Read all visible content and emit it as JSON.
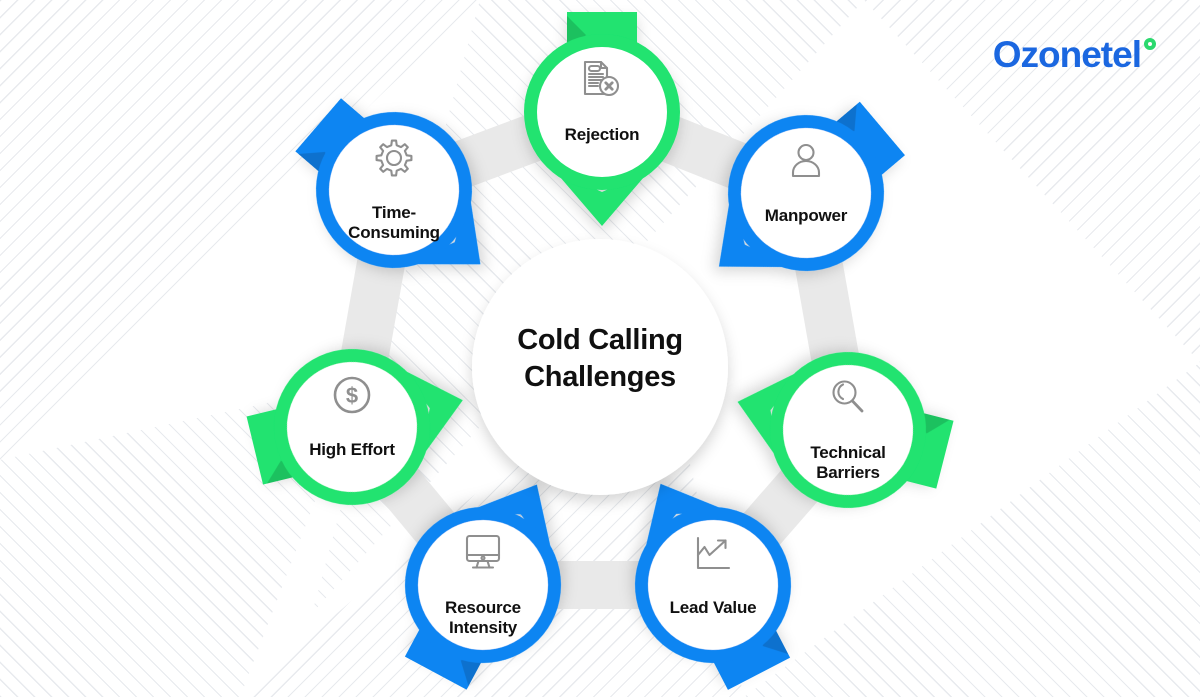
{
  "logo": {
    "name": "Ozonetel"
  },
  "center": {
    "title": "Cold Calling Challenges"
  },
  "nodes": [
    {
      "id": "rejection",
      "label": "Rejection",
      "color": "green",
      "icon": "rejected-document-icon"
    },
    {
      "id": "manpower",
      "label": "Manpower",
      "color": "blue",
      "icon": "person-icon"
    },
    {
      "id": "technical-barriers",
      "label": "Technical Barriers",
      "color": "green",
      "icon": "magnifier-icon"
    },
    {
      "id": "lead-value",
      "label": "Lead Value",
      "color": "blue",
      "icon": "trend-chart-icon"
    },
    {
      "id": "resource-intensity",
      "label": "Resource Intensity",
      "color": "blue",
      "icon": "monitor-icon"
    },
    {
      "id": "high-effort",
      "label": "High Effort",
      "color": "green",
      "icon": "dollar-icon"
    },
    {
      "id": "time-consuming",
      "label": "Time-Consuming",
      "color": "blue",
      "icon": "gear-icon"
    }
  ],
  "colors": {
    "blue": "#0F85F2",
    "green": "#20E36F",
    "band": "#E9E9E9",
    "icon_stroke": "#8F8F8F",
    "text": "#101010",
    "logo_blue": "#1B67E0",
    "logo_ring_green": "#2BD96E"
  }
}
